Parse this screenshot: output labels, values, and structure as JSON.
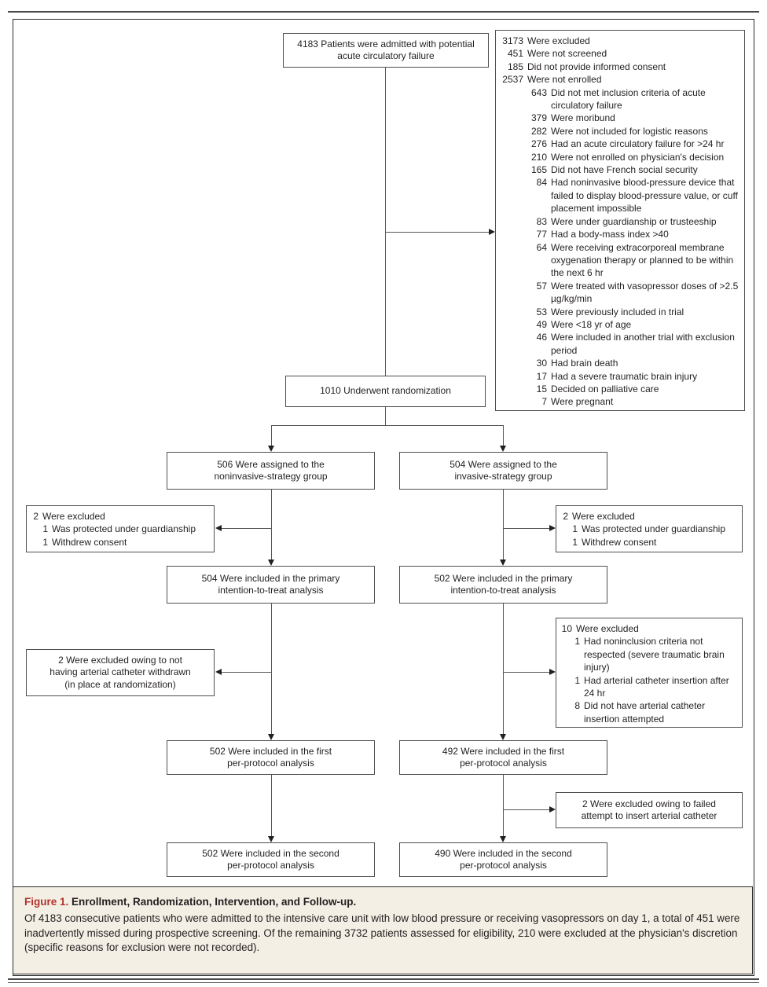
{
  "figure": {
    "label": "Figure 1.",
    "title": " Enrollment, Randomization, Intervention, and Follow-up.",
    "body": "Of 4183 consecutive patients who were admitted to the intensive care unit with low blood pressure or receiving vasopressors on day 1, a total of 451 were inadvertently missed during prospective screening. Of the remaining 3732 patients assessed for eligibility, 210 were excluded at the physician's discretion (specific reasons for exclusion were not recorded).",
    "accent_color": "#b2332e",
    "caption_bg": "#f4efe4",
    "box_border_color": "#4f4f51",
    "connector_color": "#565658",
    "text_color": "#231f20"
  },
  "flow": {
    "admitted": {
      "lines": [
        "4183 Patients were admitted with potential",
        "acute circulatory failure"
      ]
    },
    "excluded_main": {
      "items": [
        {
          "num": "3173",
          "text": "Were excluded",
          "lvl": 0
        },
        {
          "num": "451",
          "text": "Were not screened",
          "lvl": 1
        },
        {
          "num": "185",
          "text": "Did not provide informed consent",
          "lvl": 1
        },
        {
          "num": "2537",
          "text": "Were not enrolled",
          "lvl": 1
        },
        {
          "num": "643",
          "text": "Did not met inclusion criteria of acute circulatory failure",
          "lvl": 2
        },
        {
          "num": "379",
          "text": "Were moribund",
          "lvl": 2
        },
        {
          "num": "282",
          "text": "Were not included for logistic reasons",
          "lvl": 2
        },
        {
          "num": "276",
          "text": "Had an acute circulatory failure for >24 hr",
          "lvl": 2
        },
        {
          "num": "210",
          "text": "Were not enrolled on physician's decision",
          "lvl": 2
        },
        {
          "num": "165",
          "text": "Did not have French social security",
          "lvl": 2
        },
        {
          "num": "84",
          "text": "Had noninvasive blood-pressure device that failed to display blood-pressure value, or cuff placement impossible",
          "lvl": 2
        },
        {
          "num": "83",
          "text": "Were under guardianship or trusteeship",
          "lvl": 2
        },
        {
          "num": "77",
          "text": "Had a body-mass index >40",
          "lvl": 2
        },
        {
          "num": "64",
          "text": "Were receiving extracorporeal membrane oxygenation therapy or planned to be within the next 6 hr",
          "lvl": 2
        },
        {
          "num": "57",
          "text": "Were treated with vasopressor doses of >2.5 µg/kg/min",
          "lvl": 2
        },
        {
          "num": "53",
          "text": "Were previously included in trial",
          "lvl": 2
        },
        {
          "num": "49",
          "text": "Were <18 yr of age",
          "lvl": 2
        },
        {
          "num": "46",
          "text": "Were included in another trial with exclusion period",
          "lvl": 2
        },
        {
          "num": "30",
          "text": "Had brain death",
          "lvl": 2
        },
        {
          "num": "17",
          "text": "Had a severe traumatic brain injury",
          "lvl": 2
        },
        {
          "num": "15",
          "text": "Decided on palliative care",
          "lvl": 2
        },
        {
          "num": "7",
          "text": "Were pregnant",
          "lvl": 2
        }
      ]
    },
    "randomization": {
      "lines": [
        "1010 Underwent randomization"
      ]
    },
    "assigned_left": {
      "lines": [
        "506 Were assigned to the",
        "noninvasive-strategy group"
      ]
    },
    "assigned_right": {
      "lines": [
        "504 Were assigned to the",
        "invasive-strategy group"
      ]
    },
    "excluded_left_1": {
      "items": [
        {
          "num": "2",
          "text": "Were excluded",
          "lvl": 0
        },
        {
          "num": "1",
          "text": "Was protected under guardianship",
          "lvl": 1
        },
        {
          "num": "1",
          "text": "Withdrew consent",
          "lvl": 1
        }
      ]
    },
    "excluded_right_1": {
      "items": [
        {
          "num": "2",
          "text": "Were excluded",
          "lvl": 0
        },
        {
          "num": "1",
          "text": "Was protected under guardianship",
          "lvl": 1
        },
        {
          "num": "1",
          "text": "Withdrew consent",
          "lvl": 1
        }
      ]
    },
    "itt_left": {
      "lines": [
        "504 Were included in the primary",
        "intention-to-treat analysis"
      ]
    },
    "itt_right": {
      "lines": [
        "502 Were included in the primary",
        "intention-to-treat analysis"
      ]
    },
    "excluded_left_2": {
      "lines": [
        "2 Were excluded owing to not",
        "having arterial catheter withdrawn",
        "(in place at randomization)"
      ]
    },
    "excluded_right_2": {
      "items": [
        {
          "num": "10",
          "text": "Were excluded",
          "lvl": 0
        },
        {
          "num": "1",
          "text": "Had noninclusion criteria not respected (severe traumatic brain injury)",
          "lvl": 1
        },
        {
          "num": "1",
          "text": "Had arterial catheter insertion after 24 hr",
          "lvl": 1
        },
        {
          "num": "8",
          "text": "Did not have arterial catheter insertion attempted",
          "lvl": 1
        }
      ]
    },
    "pp1_left": {
      "lines": [
        "502 Were included in the first",
        "per-protocol analysis"
      ]
    },
    "pp1_right": {
      "lines": [
        "492 Were included in the first",
        "per-protocol analysis"
      ]
    },
    "excluded_right_3": {
      "lines": [
        "2 Were excluded owing to failed",
        "attempt to insert arterial catheter"
      ]
    },
    "pp2_left": {
      "lines": [
        "502 Were included in the second",
        "per-protocol analysis"
      ]
    },
    "pp2_right": {
      "lines": [
        "490 Were included in the second",
        "per-protocol analysis"
      ]
    }
  }
}
